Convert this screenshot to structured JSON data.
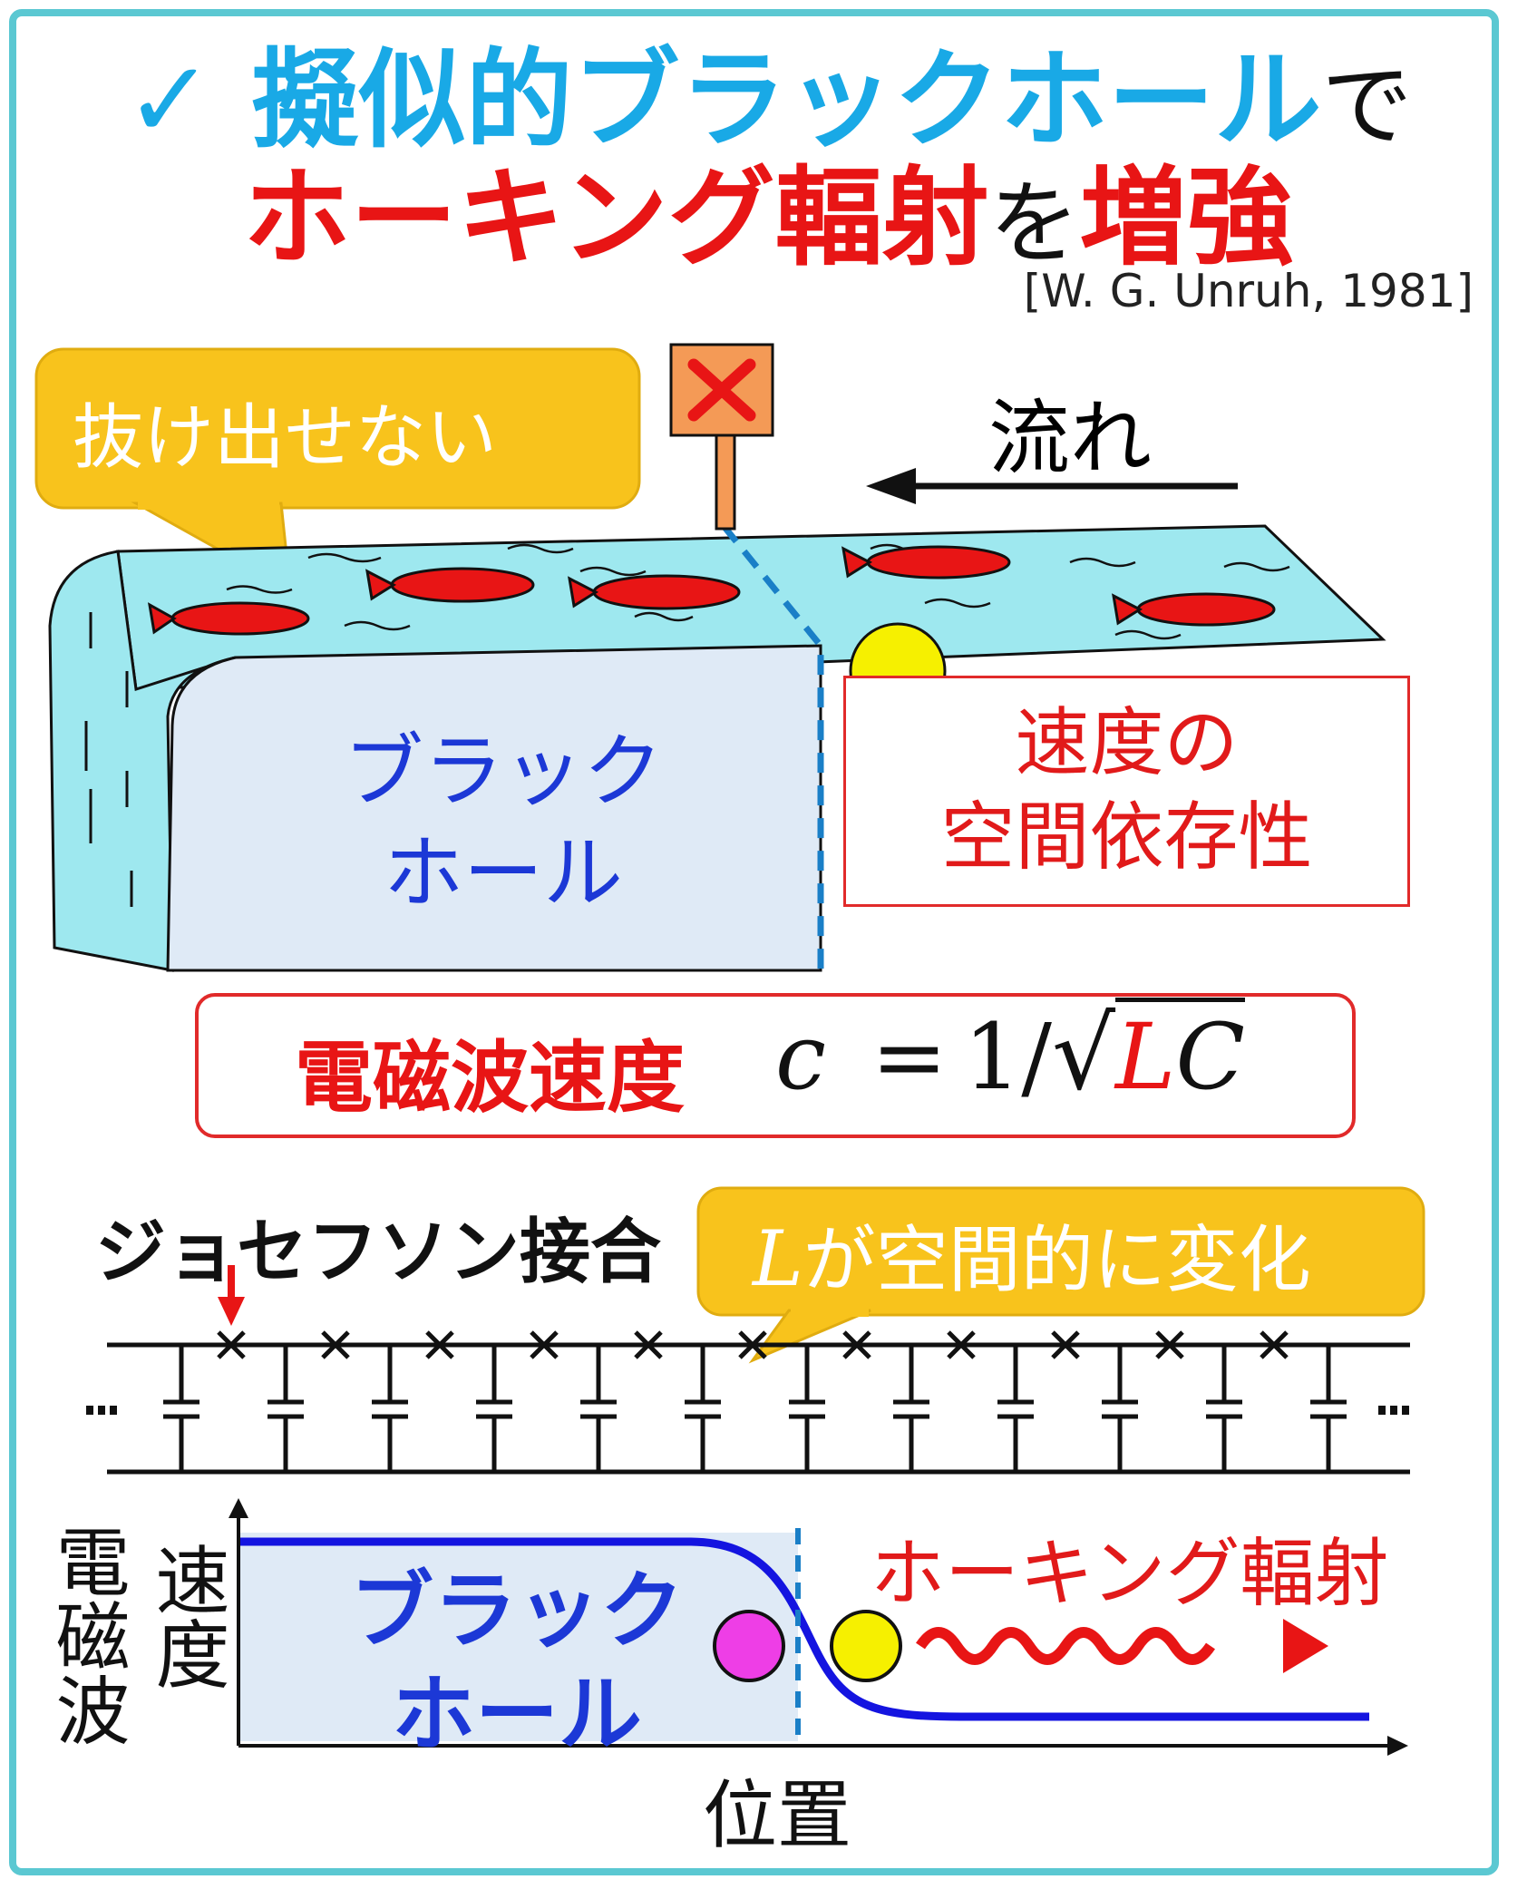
{
  "title": {
    "check": "✓",
    "line1_blue": "擬似的ブラックホール",
    "line1_suffix": "で",
    "line2_part1": "ホーキング輻射",
    "line2_mid": "を",
    "line2_part2": "増強"
  },
  "citation": "[W. G. Unruh, 1981]",
  "top_diagram": {
    "callout": "抜け出せない",
    "flow_label": "流れ",
    "black_hole_line1": "ブラック",
    "black_hole_line2": "ホール",
    "idea_line1": "速度の",
    "idea_line2": "空間依存性"
  },
  "equation": {
    "label": "電磁波速度",
    "lhs": "c",
    "equals": "=",
    "one_over": "1/",
    "sqrt": "√",
    "L": "L",
    "C": "C"
  },
  "circuit": {
    "label": "ジョセフソン接合",
    "callout_L": "L",
    "callout_text": "が空間的に変化",
    "ellipsis": "⋯"
  },
  "graph": {
    "ylabel_line1": "電磁波",
    "ylabel_line2": "速度",
    "xlabel": "位置",
    "black_hole_line1": "ブラック",
    "black_hole_line2": "ホール",
    "hawking_label": "ホーキング輻射"
  },
  "colors": {
    "frame": "#5bc8d2",
    "title_blue": "#19a9e6",
    "title_red": "#e81515",
    "water": "#9ee8ef",
    "black_hole_fill": "#dfeaf6",
    "callout": "#f8c31c",
    "fish": "#e81515",
    "curve": "#1414e0",
    "horizon": "#1a7fc7",
    "particle_magenta": "#ee3ee6",
    "particle_yellow": "#f6f000"
  }
}
